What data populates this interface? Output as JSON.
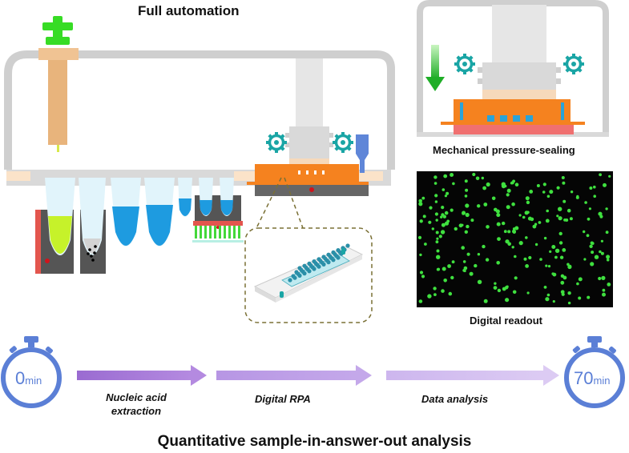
{
  "title": "Full automation",
  "seal_caption": "Mechanical pressure-sealing",
  "readout_caption": "Digital readout",
  "steps": [
    {
      "line1": "Nucleic acid",
      "line2": "extraction"
    },
    {
      "line1": "Digital RPA"
    },
    {
      "line1": "Data analysis"
    }
  ],
  "timer_start": {
    "value": "0",
    "unit": "min"
  },
  "timer_end": {
    "value": "70",
    "unit": "min"
  },
  "bottom_title": "Quantitative sample-in-answer-out analysis",
  "colors": {
    "frame": "#cfcfcf",
    "chip": "#f5821f",
    "gear": "#1aa5a5",
    "blue_liquid": "#1e9be0",
    "green_liquid": "#c6f22a",
    "green_knob": "#37dc25",
    "syringe": "#e8b47c",
    "arrow_purple": "#a47bd8",
    "timer_blue": "#5b7fd6",
    "spot_green": "#3fe03f"
  }
}
